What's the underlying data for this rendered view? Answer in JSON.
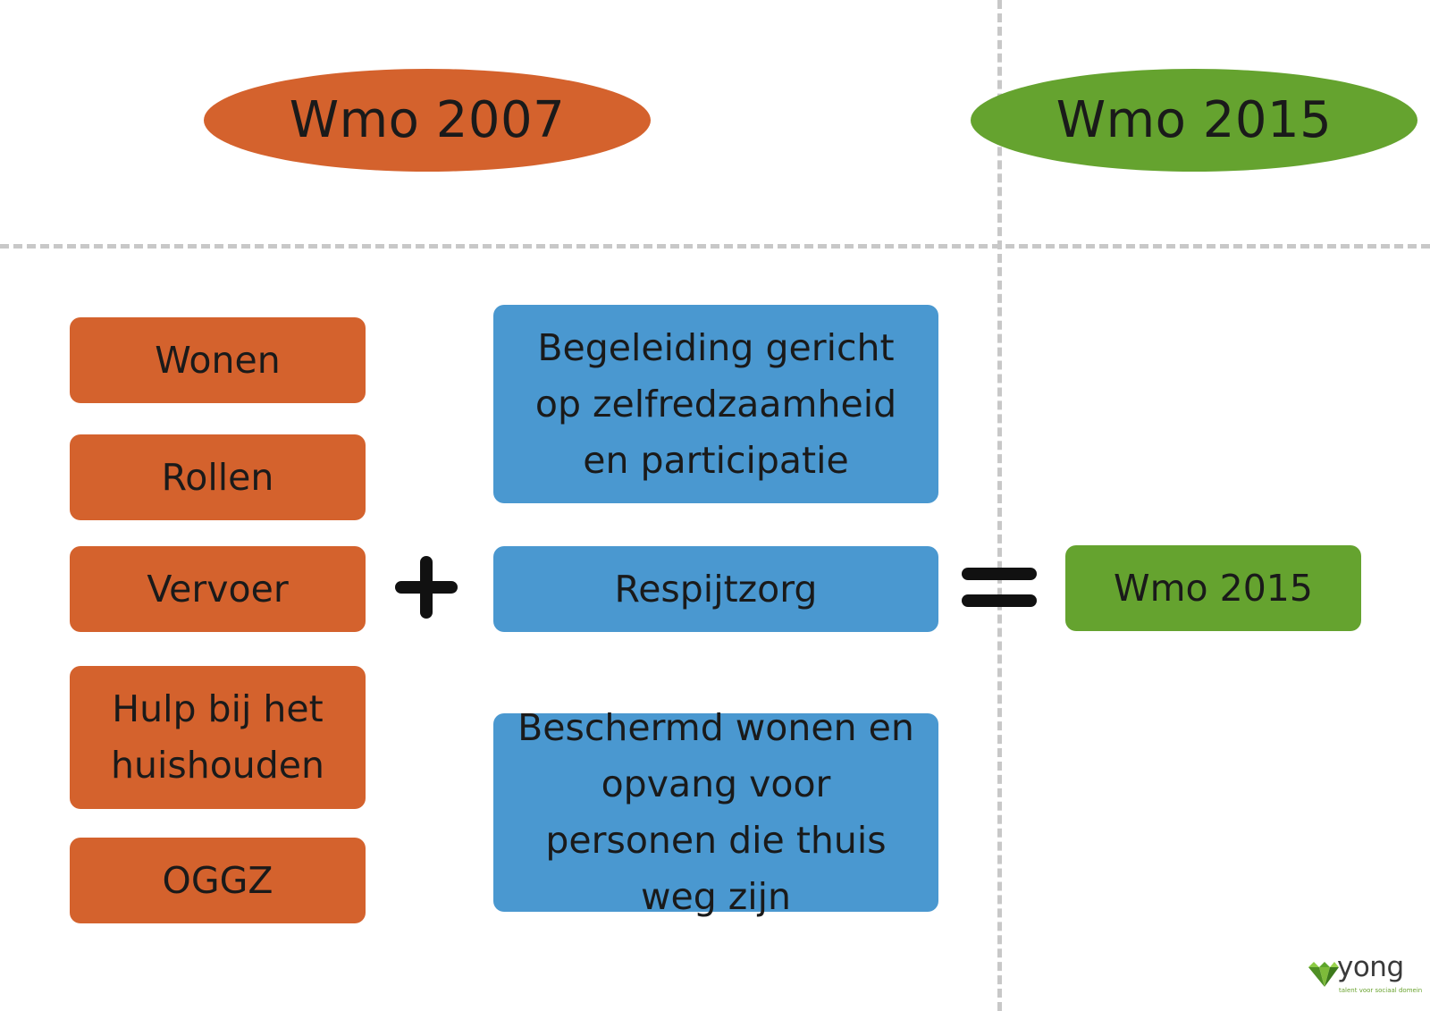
{
  "headers": {
    "left": "Wmo 2007",
    "right": "Wmo 2015"
  },
  "left_boxes": [
    "Wonen",
    "Rollen",
    "Vervoer",
    "Hulp bij het huishouden",
    "OGGZ"
  ],
  "middle_boxes": [
    "Begeleiding gericht op zelfredzaamheid en participatie",
    "Respijtzorg",
    "Beschermd wonen en opvang voor personen die thuis weg zijn"
  ],
  "result_box": "Wmo 2015",
  "logo": {
    "word": "yong",
    "tagline": "talent voor sociaal domein"
  },
  "colors": {
    "orange": "#d4622d",
    "blue": "#4a98d0",
    "green": "#65a32f",
    "divider": "#c8c8c8"
  }
}
